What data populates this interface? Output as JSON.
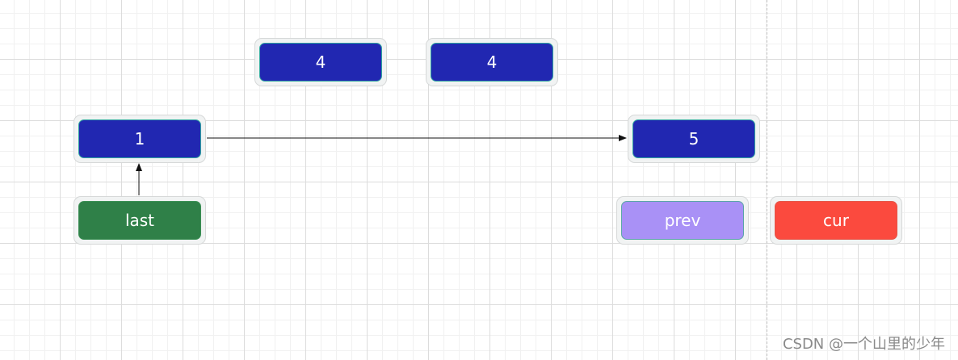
{
  "diagram": {
    "nodes": [
      {
        "id": "node-4a",
        "label": "4",
        "color": "#2127b1"
      },
      {
        "id": "node-4b",
        "label": "4",
        "color": "#2127b1"
      },
      {
        "id": "node-1",
        "label": "1",
        "color": "#2127b1"
      },
      {
        "id": "node-5",
        "label": "5",
        "color": "#2127b1"
      },
      {
        "id": "pointer-last",
        "label": "last",
        "color": "#2f8048"
      },
      {
        "id": "pointer-prev",
        "label": "prev",
        "color": "#a991f6"
      },
      {
        "id": "pointer-cur",
        "label": "cur",
        "color": "#fb4a3e"
      }
    ],
    "edges": [
      {
        "from": "node-1",
        "to": "node-5"
      },
      {
        "from": "pointer-last",
        "to": "node-1"
      }
    ]
  },
  "watermark": "CSDN @一个山里的少年"
}
